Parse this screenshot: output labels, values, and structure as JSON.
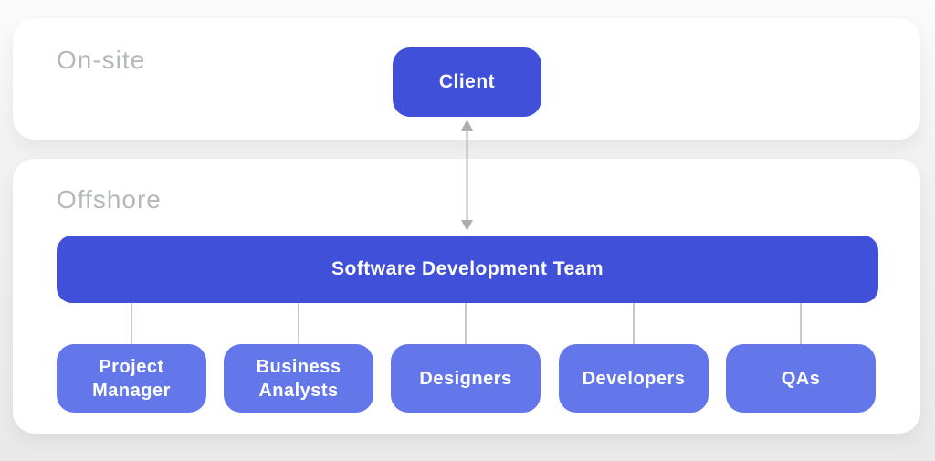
{
  "diagram": {
    "zones": [
      {
        "label": "On-site"
      },
      {
        "label": "Offshore"
      }
    ],
    "client": {
      "label": "Client"
    },
    "team": {
      "label": "Software Development Team"
    },
    "roles": [
      {
        "label": "Project Manager"
      },
      {
        "label": "Business Analysts"
      },
      {
        "label": "Designers"
      },
      {
        "label": "Developers"
      },
      {
        "label": "QAs"
      }
    ],
    "icons": {
      "link_arrow": "double-headed-vertical-arrow-icon"
    },
    "colors": {
      "primary_box": "#4150D8",
      "role_box": "#6377EB",
      "zone_label": "#B5B8BA",
      "connector": "#C8C8C8",
      "arrow": "#AFAFAF",
      "card_background": "#FFFFFF",
      "node_text": "#FFFFFF"
    }
  }
}
